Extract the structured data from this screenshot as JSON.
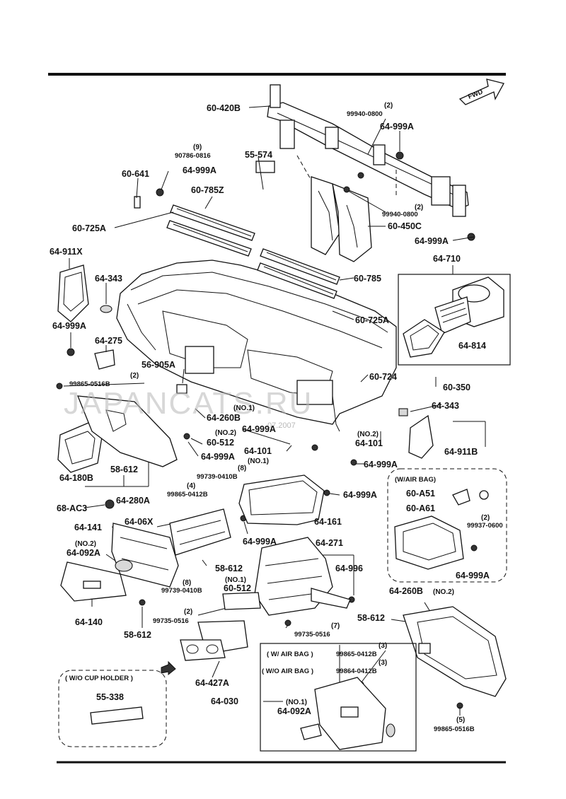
{
  "labels": {
    "l_60420B": "60-420B",
    "l_99940_0800_a": "99940-0800",
    "q_2_a": "(2)",
    "l_64999A_a": "64-999A",
    "q_9": "(9)",
    "l_90786_0816": "90786-0816",
    "l_55574": "55-574",
    "l_60641": "60-641",
    "l_64999A_b": "64-999A",
    "l_60785Z": "60-785Z",
    "q_2_b": "(2)",
    "l_99940_0800_b": "99940-0800",
    "l_60725A_a": "60-725A",
    "l_60450C": "60-450C",
    "l_64999A_c": "64-999A",
    "l_64911X": "64-911X",
    "l_64710": "64-710",
    "l_64343_a": "64-343",
    "l_60785": "60-785",
    "l_60725A_b": "60-725A",
    "l_64999A_d": "64-999A",
    "l_64275": "64-275",
    "l_64814": "64-814",
    "l_56905A": "56-905A",
    "l_60724": "60-724",
    "q_2_c": "(2)",
    "l_99865_0516B_a": "99865-0516B",
    "l_60350": "60-350",
    "q_no1_a": "(NO.1)",
    "l_64343_b": "64-343",
    "l_64260B_a": "64-260B",
    "q_no2_a": "(NO.2)",
    "l_60512_a": "60-512",
    "l_64999A_e": "64-999A",
    "l_64999A_f": "64-999A",
    "l_64101_a": "64-101",
    "q_no1_b": "(NO.1)",
    "q_no2_b": "(NO.2)",
    "l_64101_b": "64-101",
    "l_64911B": "64-911B",
    "l_64999A_g": "64-999A",
    "l_64180B": "64-180B",
    "l_58612_a": "58-612",
    "q_8_a": "(8)",
    "l_99739_0410B_a": "99739-0410B",
    "q_4": "(4)",
    "l_99865_0412B_a": "99865-0412B",
    "l_64999A_h": "64-999A",
    "l_64280A": "64-280A",
    "l_68AC3": "68-AC3",
    "l_64161": "64-161",
    "airbag_title_a": "(W/AIR BAG)",
    "l_60A51": "60-A51",
    "l_60A61": "60-A61",
    "l_99937_0600": "99937-0600",
    "q_2_d": "(2)",
    "l_64141": "64-141",
    "l_6406X": "64-06X",
    "q_no2_c": "(NO.2)",
    "l_64092A_a": "64-092A",
    "l_64999A_i": "64-999A",
    "l_64271": "64-271",
    "l_64996": "64-996",
    "l_58612_b": "58-612",
    "l_64999A_j": "64-999A",
    "q_8_b": "(8)",
    "l_99739_0410B_b": "99739-0410B",
    "q_no1_c": "(NO.1)",
    "l_60512_b": "60-512",
    "l_64140": "64-140",
    "q_2_e": "(2)",
    "l_99735_0516_a": "99735-0516",
    "l_64260B_b": "64-260B",
    "q_no2_d": "(NO.2)",
    "l_58612_c": "58-612",
    "q_7": "(7)",
    "l_99735_0516_b": "99735-0516",
    "l_58612_d": "58-612",
    "q_3_a": "(3)",
    "airbag_with": "( W/ AIR BAG )",
    "l_99865_0412B_b": "99865-0412B",
    "q_3_b": "(3)",
    "airbag_without": "( W/O  AIR BAG )",
    "l_99864_0412B": "99864-0412B",
    "cup_holder_title": "( W/O CUP HOLDER )",
    "l_55338": "55-338",
    "l_64427A": "64-427A",
    "l_64030": "64-030",
    "q_no1_d": "(NO.1)",
    "l_64092A_b": "64-092A",
    "q_5": "(5)",
    "l_99865_0516B_b": "99865-0516B",
    "fwd": "FWD",
    "watermark": "JAPANCATS.RU",
    "watermark_small": "07.2007"
  }
}
